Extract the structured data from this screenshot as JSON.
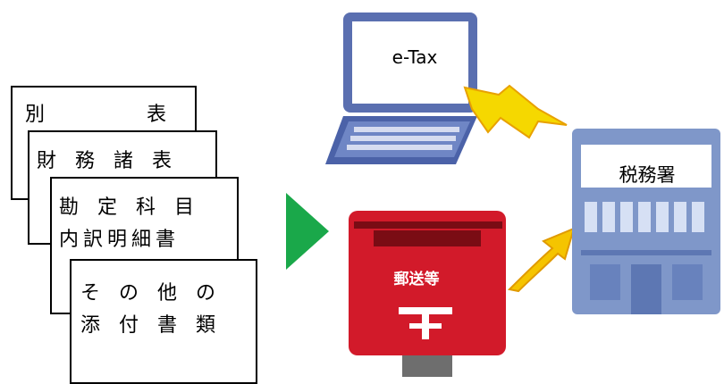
{
  "documents": [
    {
      "lines": [
        "別",
        "表"
      ]
    },
    {
      "lines": [
        "財務諸表"
      ]
    },
    {
      "lines": [
        "勘定科目",
        "内訳明細書"
      ]
    },
    {
      "lines": [
        "その他の",
        "添付書類"
      ]
    }
  ],
  "laptop": {
    "label": "e-Tax"
  },
  "postbox": {
    "label": "郵送等"
  },
  "office": {
    "label": "税務署"
  },
  "colors": {
    "arrow": "#1aa84a",
    "laptop": "#5a6fb0",
    "postbox": "#d21a2a",
    "office": "#7f97c9",
    "bolt": "#f5d800"
  },
  "icons": [
    "play-arrow-icon",
    "laptop-icon",
    "lightning-icon",
    "postbox-icon",
    "curved-arrow-icon",
    "tax-office-building-icon"
  ]
}
